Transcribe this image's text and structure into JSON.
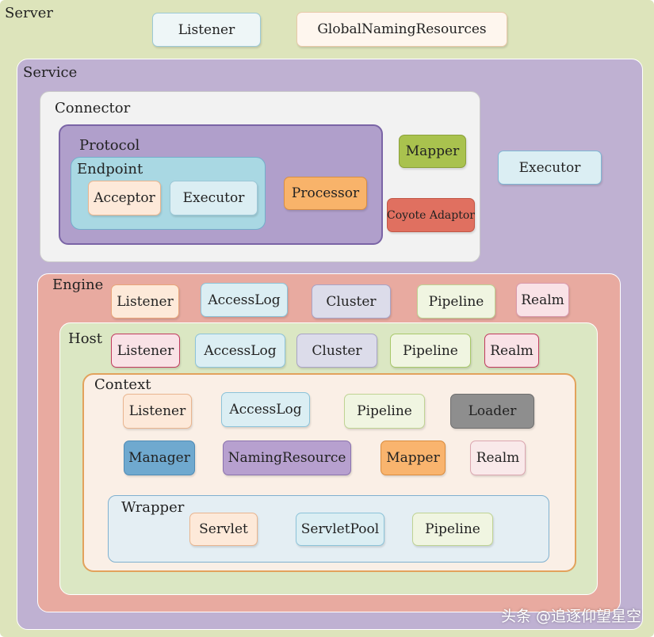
{
  "colors": {
    "server_bg": "#dde4bb",
    "service_bg": "#bfb1d2",
    "connector_bg": "#f2f2f2",
    "protocol_bg": "#b09fcb",
    "endpoint_bg": "#a9d8e3",
    "engine_bg": "#e8aaa0",
    "host_bg": "#dbe7c3",
    "context_bg": "#faefe6",
    "wrapper_bg": "#e4eef3",
    "orange_light": "#fde9d9",
    "blue_light": "#dbeef3",
    "gray_light": "#dcdcea",
    "green_light": "#f0f5e1",
    "pink_light": "#f9e2e6",
    "cream": "#fef6ee",
    "processor": "#f8b36a",
    "mapper_green": "#a9c24e",
    "coyote_red": "#e07060",
    "loader_gray": "#8e8e8e",
    "manager_blue": "#6fa9cf",
    "naming_purple": "#b7a0cf",
    "mapper_orange": "#f9b46e"
  },
  "server": {
    "title": "Server",
    "components": [
      "Listener",
      "GlobalNamingResources"
    ]
  },
  "service": {
    "title": "Service",
    "executor": "Executor",
    "connector": {
      "title": "Connector",
      "mapper": "Mapper",
      "coyote_adaptor": "Coyote Adaptor",
      "protocol": {
        "title": "Protocol",
        "processor": "Processor",
        "endpoint": {
          "title": "Endpoint",
          "acceptor": "Acceptor",
          "executor": "Executor"
        }
      }
    },
    "engine": {
      "title": "Engine",
      "components": [
        "Listener",
        "AccessLog",
        "Cluster",
        "Pipeline",
        "Realm"
      ],
      "host": {
        "title": "Host",
        "components": [
          "Listener",
          "AccessLog",
          "Cluster",
          "Pipeline",
          "Realm"
        ],
        "context": {
          "title": "Context",
          "row1": [
            "Listener",
            "AccessLog",
            "Pipeline",
            "Loader"
          ],
          "row2": [
            "Manager",
            "NamingResource",
            "Mapper",
            "Realm"
          ],
          "wrapper": {
            "title": "Wrapper",
            "components": [
              "Servlet",
              "ServletPool",
              "Pipeline"
            ]
          }
        }
      }
    }
  },
  "watermark": "头条 @追逐仰望星空"
}
